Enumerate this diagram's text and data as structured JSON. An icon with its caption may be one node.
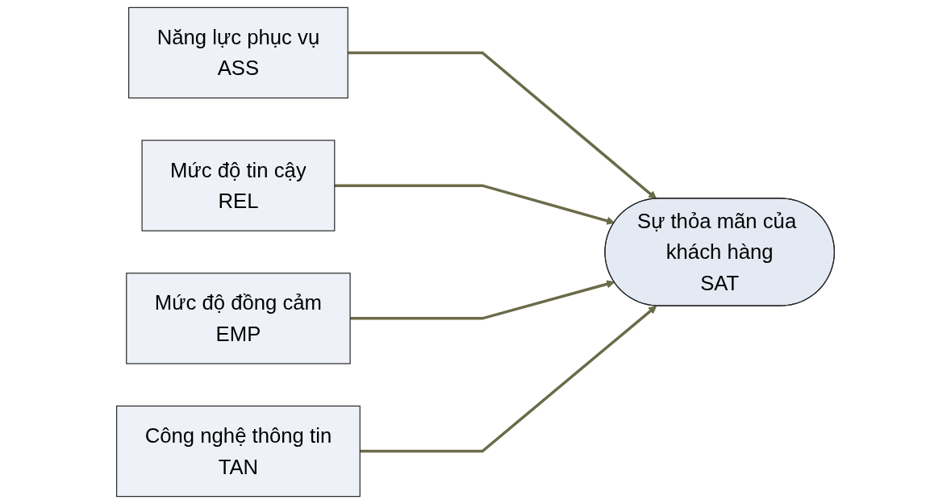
{
  "diagram": {
    "nodes": [
      {
        "text": [
          "Năng lực phục vụ",
          "ASS"
        ]
      },
      {
        "text": [
          "Mức độ tin cậy",
          "REL"
        ]
      },
      {
        "text": [
          "Mức độ đồng cảm",
          "EMP"
        ]
      },
      {
        "text": [
          "Công nghệ thông tin",
          "TAN"
        ]
      },
      {
        "text": [
          "Sự thỏa mãn của khách hàng",
          "SAT"
        ]
      }
    ],
    "edges": [
      {
        "from": 0,
        "to": 4,
        "arrow": "to"
      },
      {
        "from": 1,
        "to": 4,
        "arrow": "to"
      },
      {
        "from": 2,
        "to": 4,
        "arrow": "to"
      },
      {
        "from": 3,
        "to": 4,
        "arrow": "to"
      }
    ]
  }
}
